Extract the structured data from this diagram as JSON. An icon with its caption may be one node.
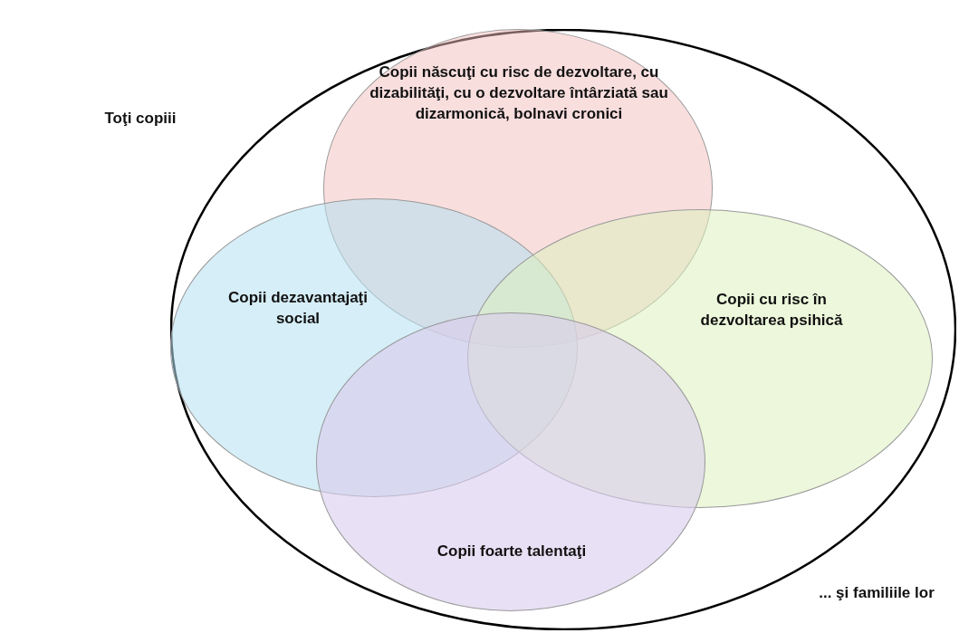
{
  "diagram": {
    "nodes": [
      {
        "text": [
          "Toţi copiii",
          "... şi familiile lor"
        ]
      },
      {
        "text": [
          "Copii născuţi cu risc de dezvoltare, cu dizabilităţi, cu o dezvoltare întârziată sau dizarmonică, bolnavi cronici"
        ],
        "in": 0
      },
      {
        "text": [
          "Copii dezavantajaţi social"
        ],
        "in": 0
      },
      {
        "text": [
          "Copii cu risc în dezvoltarea psihică"
        ],
        "in": 0
      },
      {
        "text": [
          "Copii foarte talentaţi"
        ],
        "in": 0
      }
    ]
  }
}
